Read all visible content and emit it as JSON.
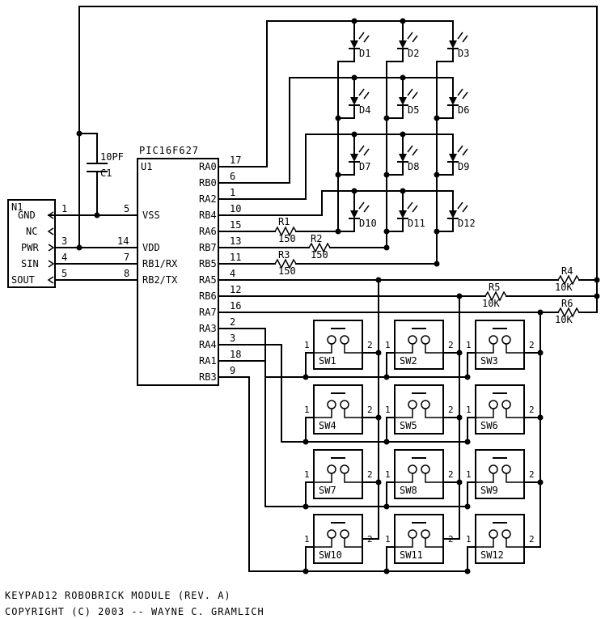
{
  "title": {
    "line1": "KEYPAD12 ROBOBRICK MODULE (REV. A)",
    "line2": "COPYRIGHT (C) 2003 -- WAYNE C. GRAMLICH"
  },
  "connector": {
    "ref": "N1",
    "pins": [
      {
        "name": "GND",
        "num": "1"
      },
      {
        "name": "NC",
        "num": ""
      },
      {
        "name": "PWR",
        "num": "3"
      },
      {
        "name": "SIN",
        "num": "4"
      },
      {
        "name": "SOUT",
        "num": "5"
      }
    ]
  },
  "capacitor": {
    "ref": "C1",
    "value": "10PF"
  },
  "mcu": {
    "part": "PIC16F627",
    "ref": "U1",
    "left_pins": [
      {
        "name": "VSS",
        "num": "5"
      },
      {
        "name": "VDD",
        "num": "14"
      },
      {
        "name": "RB1/RX",
        "num": "7"
      },
      {
        "name": "RB2/TX",
        "num": "8"
      }
    ],
    "right_pins": [
      {
        "name": "RA0",
        "num": "17"
      },
      {
        "name": "RB0",
        "num": "6"
      },
      {
        "name": "RA2",
        "num": "1"
      },
      {
        "name": "RB4",
        "num": "10"
      },
      {
        "name": "RA6",
        "num": "15"
      },
      {
        "name": "RB7",
        "num": "13"
      },
      {
        "name": "RB5",
        "num": "11"
      },
      {
        "name": "RA5",
        "num": "4"
      },
      {
        "name": "RB6",
        "num": "12"
      },
      {
        "name": "RA7",
        "num": "16"
      },
      {
        "name": "RA3",
        "num": "2"
      },
      {
        "name": "RA4",
        "num": "3"
      },
      {
        "name": "RA1",
        "num": "18"
      },
      {
        "name": "RB3",
        "num": "9"
      }
    ]
  },
  "resistors": [
    {
      "ref": "R1",
      "value": "150"
    },
    {
      "ref": "R2",
      "value": "150"
    },
    {
      "ref": "R3",
      "value": "150"
    },
    {
      "ref": "R4",
      "value": "10K"
    },
    {
      "ref": "R5",
      "value": "10K"
    },
    {
      "ref": "R6",
      "value": "10K"
    }
  ],
  "leds": [
    "D1",
    "D2",
    "D3",
    "D4",
    "D5",
    "D6",
    "D7",
    "D8",
    "D9",
    "D10",
    "D11",
    "D12"
  ],
  "switches": [
    "SW1",
    "SW2",
    "SW3",
    "SW4",
    "SW5",
    "SW6",
    "SW7",
    "SW8",
    "SW9",
    "SW10",
    "SW11",
    "SW12"
  ],
  "switch_pin_labels": {
    "left": "1",
    "right": "2"
  }
}
